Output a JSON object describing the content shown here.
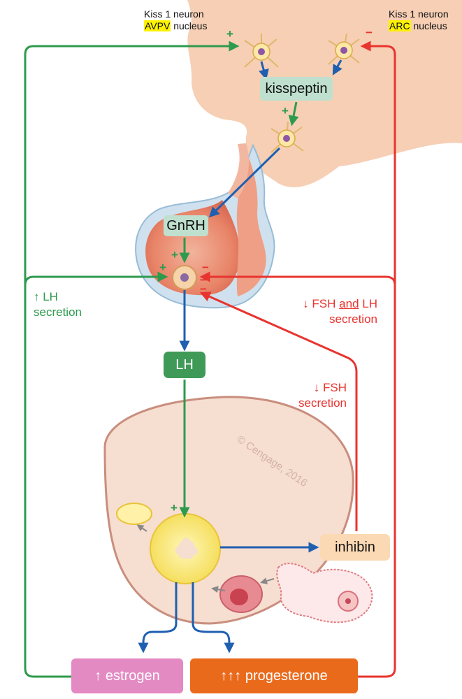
{
  "neurons": {
    "left": {
      "line1": "Kiss 1 neuron",
      "highlight": "AVPV",
      "rest": " nucleus"
    },
    "right": {
      "line1": "Kiss 1 neuron",
      "highlight": "ARC",
      "rest": " nucleus"
    }
  },
  "boxes": {
    "kisspeptin": "kisspeptin",
    "gnrh": "GnRH",
    "lh": "LH",
    "inhibin": "inhibin",
    "estrogen": "↑ estrogen",
    "progesterone": "↑↑↑ progesterone"
  },
  "annotations": {
    "lh_secretion": {
      "line1": "↑ LH",
      "line2": "secretion"
    },
    "fsh_lh_secretion": {
      "pre": "↓ FSH ",
      "underlined": "and",
      "post": " LH",
      "line2": "secretion"
    },
    "fsh_secretion": {
      "line1": "↓ FSH",
      "line2": "secretion"
    }
  },
  "signs": {
    "plus": "+",
    "minus": "−"
  },
  "watermark": "© Cengage, 2016",
  "colors": {
    "green": "#2e9a4e",
    "red": "#e8342f",
    "blue": "#1f5fb0",
    "kiss_box": "#bfe0cf",
    "lh_box": "#3f9a57",
    "inhibin_box": "#fbd9b4",
    "estrogen_box": "#e38ac3",
    "progesterone_box": "#ea6a1c",
    "highlight": "#fff200"
  }
}
